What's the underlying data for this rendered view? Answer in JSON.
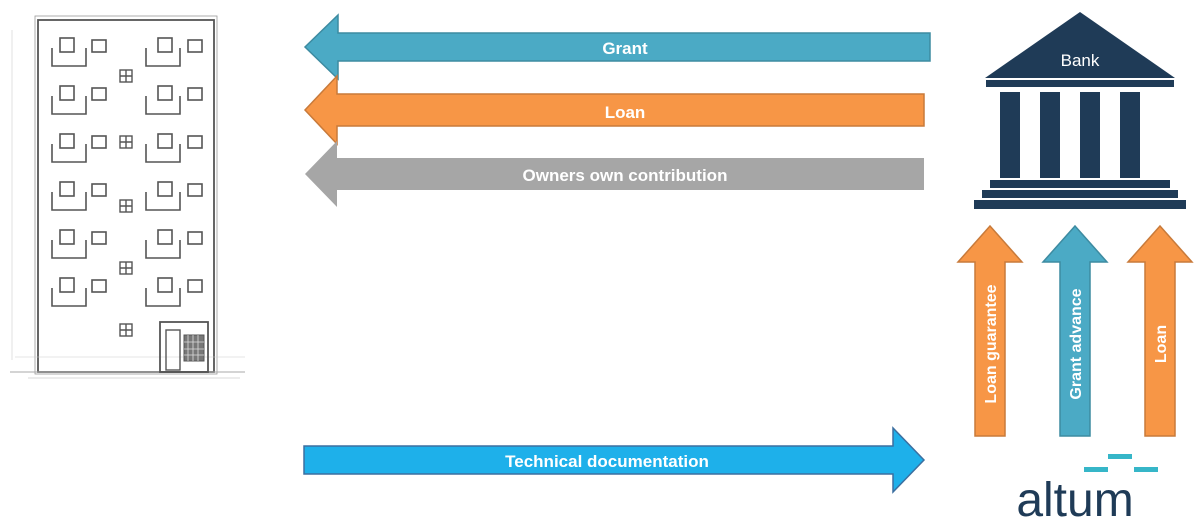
{
  "flows_to_building": [
    {
      "label": "Grant",
      "color": "#4baac5"
    },
    {
      "label": "Loan",
      "color": "#f79646"
    },
    {
      "label": "Owners own contribution",
      "color": "#a6a6a6"
    }
  ],
  "flow_to_altum": {
    "label": "Technical documentation",
    "color": "#1eb0ea"
  },
  "flows_to_bank": [
    {
      "label": "Loan guarantee",
      "color": "#f79646"
    },
    {
      "label": "Grant advance",
      "color": "#4baac5"
    },
    {
      "label": "Loan",
      "color": "#f79646"
    }
  ],
  "bank": {
    "label": "Bank",
    "color": "#1f3b57"
  },
  "altum_logo": {
    "text": "altum",
    "accent_color": "#36b6c8",
    "text_color": "#1f3b57"
  },
  "building": {
    "icon": "apartment-building-sketch"
  }
}
